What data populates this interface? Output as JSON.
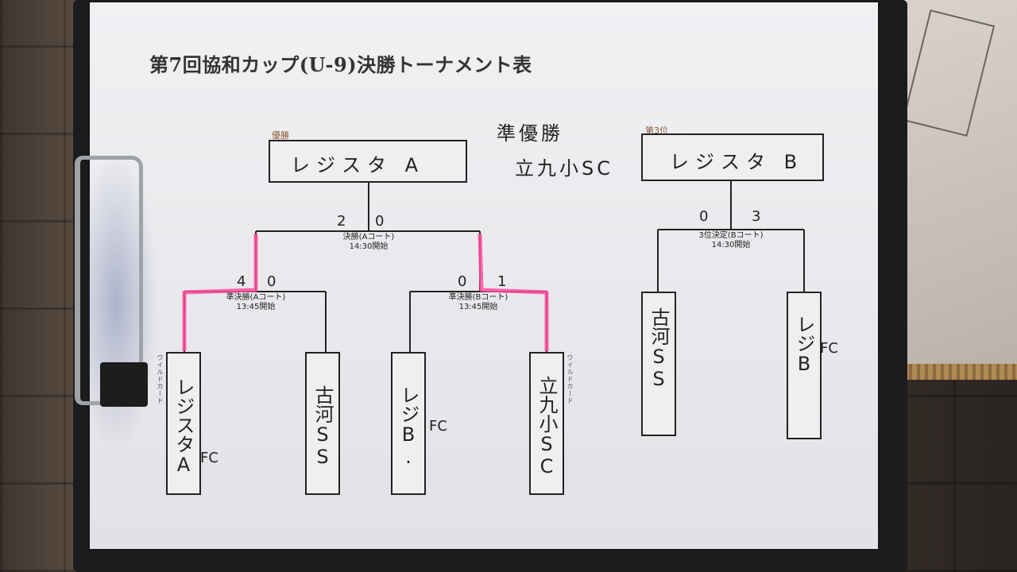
{
  "title": "第7回協和カップ(U-9)決勝トーナメント表",
  "winner": {
    "label": "優勝",
    "team": "レジスタ A"
  },
  "runner_up": {
    "heading": "準優勝",
    "team": "立九小SC"
  },
  "third": {
    "label": "第3位",
    "team": "レジスタ B"
  },
  "final": {
    "title": "決勝(Aコート)",
    "time": "14:30開始",
    "score_left": "2",
    "score_right": "0"
  },
  "third_place": {
    "title": "3位決定(Bコート)",
    "time": "14:30開始",
    "score_left": "0",
    "score_right": "3"
  },
  "semi_a": {
    "title": "準決勝(Aコート)",
    "time": "13:45開始",
    "score_left": "4",
    "score_right": "0"
  },
  "semi_b": {
    "title": "準決勝(Bコート)",
    "time": "13:45開始",
    "score_left": "0",
    "score_right": "1"
  },
  "teams": {
    "t1": {
      "name": "レジスタA",
      "suffix": "FC"
    },
    "t2": {
      "name": "古河SS"
    },
    "t3": {
      "name": "レジB.",
      "suffix": "FC"
    },
    "t4": {
      "name": "立九小SC"
    },
    "t5": {
      "name": "古河SS"
    },
    "t6": {
      "name": "レジB",
      "suffix": "FC"
    }
  },
  "wildcard_label": "ワイルドカード",
  "highlight_color": "#ff4fa0"
}
